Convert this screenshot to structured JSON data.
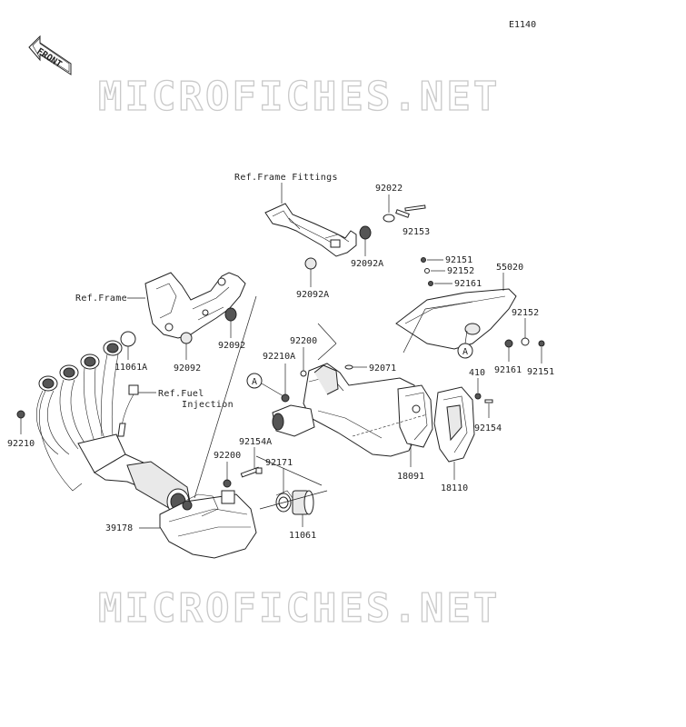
{
  "diagram": {
    "code": "E1140",
    "front_label": "FRONT",
    "watermark": "MICROFICHES.NET",
    "refs": {
      "frame_fittings": "Ref.Frame Fittings",
      "frame": "Ref.Frame",
      "fuel_line1": "Ref.Fuel",
      "fuel_line2": "Injection"
    },
    "callout": "A",
    "parts": {
      "p92022": "92022",
      "p92153": "92153",
      "p92092A_1": "92092A",
      "p92092A_2": "92092A",
      "p92151_1": "92151",
      "p92152_1": "92152",
      "p92161_1": "92161",
      "p55020": "55020",
      "p92152_2": "92152",
      "p92161_2": "92161",
      "p92151_2": "92151",
      "p92092_1": "92092",
      "p92092_2": "92092",
      "p11061A": "11061A",
      "p92200_1": "92200",
      "p92210A": "92210A",
      "p92071": "92071",
      "p410": "410",
      "p92154": "92154",
      "p92210": "92210",
      "p92154A": "92154A",
      "p92200_2": "92200",
      "p92171": "92171",
      "p18091": "18091",
      "p18110": "18110",
      "p39178": "39178",
      "p11061": "11061"
    }
  }
}
